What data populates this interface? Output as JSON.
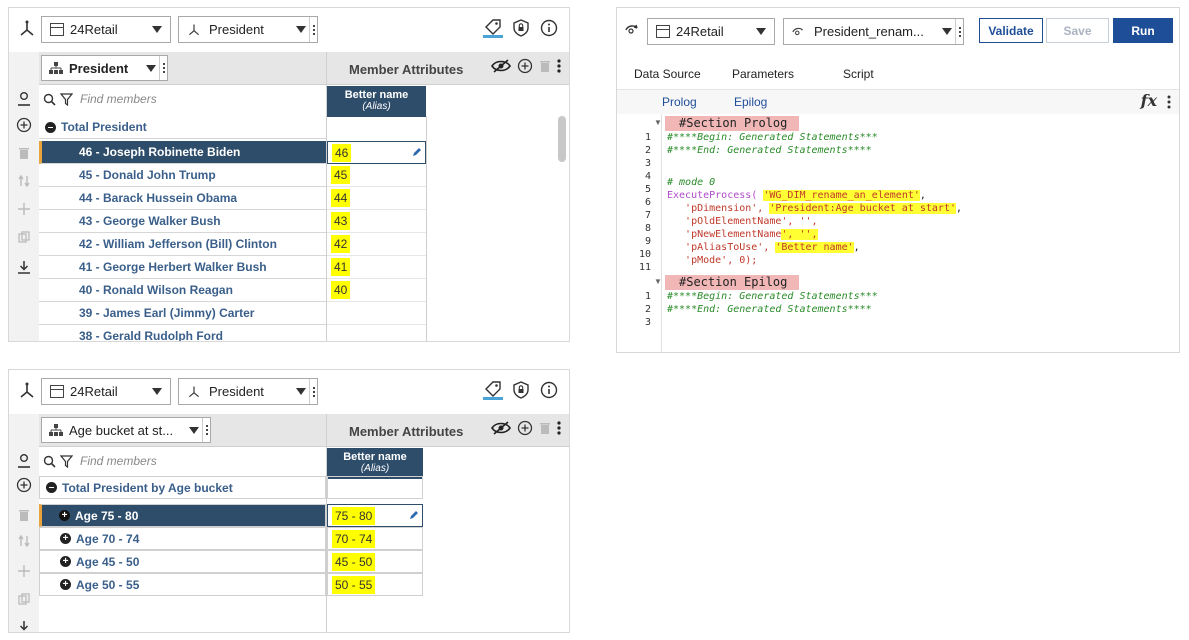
{
  "panel_a": {
    "cube": "24Retail",
    "dimension": "President",
    "row_dim": "President",
    "member_attributes_label": "Member Attributes",
    "search_placeholder": "Find members",
    "column_header": "Better name",
    "column_subheader": "(Alias)",
    "root": "Total President",
    "rows": [
      {
        "label": "46 - Joseph Robinette Biden",
        "value": "46",
        "selected": true
      },
      {
        "label": "45 - Donald John Trump",
        "value": "45"
      },
      {
        "label": "44 - Barack Hussein Obama",
        "value": "44"
      },
      {
        "label": "43 - George Walker Bush",
        "value": "43"
      },
      {
        "label": "42 - William Jefferson (Bill) Clinton",
        "value": "42"
      },
      {
        "label": "41 - George Herbert Walker Bush",
        "value": "41"
      },
      {
        "label": "40 - Ronald Wilson Reagan",
        "value": "40"
      },
      {
        "label": "39 - James Earl (Jimmy) Carter",
        "value": ""
      },
      {
        "label": "38 - Gerald Rudolph Ford",
        "value": ""
      }
    ]
  },
  "panel_b": {
    "cube": "24Retail",
    "process": "President_renam...",
    "buttons": {
      "validate": "Validate",
      "save": "Save",
      "run": "Run"
    },
    "tabs": [
      "Data Source",
      "Parameters",
      "Script"
    ],
    "subtabs": [
      "Prolog",
      "Epilog"
    ],
    "fx": "fx",
    "prolog_header": "#Section Prolog",
    "epilog_header": "#Section Epilog",
    "prolog_lines": {
      "l1": "#****Begin: Generated Statements***",
      "l2": "#****End: Generated Statements****",
      "l4": "# mode 0",
      "l5a": "ExecuteProcess(",
      "l5b": "'WG_DIM_rename_an_element'",
      "l5c": ",",
      "l6a": "   'pDimension', ",
      "l6b": "'President:Age bucket at start'",
      "l6c": ",",
      "l7": "   'pOldElementName', '',",
      "l8a": "   'pNewElementName",
      "l8b": "', '',",
      "l9a": "   'pAliasToUse', ",
      "l9b": "'Better name'",
      "l9c": ",",
      "l10": "   'pMode', 0);"
    },
    "prolog_numbers": [
      "1",
      "2",
      "3",
      "4",
      "5",
      "6",
      "7",
      "8",
      "9",
      "10",
      "11"
    ],
    "epilog_lines": {
      "l1": "#****Begin: Generated Statements***",
      "l2": "#****End: Generated Statements****"
    },
    "epilog_numbers": [
      "1",
      "2",
      "3"
    ]
  },
  "panel_c": {
    "cube": "24Retail",
    "dimension": "President",
    "row_dim": "Age bucket at st...",
    "member_attributes_label": "Member Attributes",
    "search_placeholder": "Find members",
    "column_header": "Better name",
    "column_subheader": "(Alias)",
    "root": "Total President by Age bucket",
    "rows": [
      {
        "label": "Age 75 - 80",
        "value": "75 - 80",
        "selected": true
      },
      {
        "label": "Age 70 - 74",
        "value": "70 - 74"
      },
      {
        "label": "Age 45 - 50",
        "value": "45 - 50"
      },
      {
        "label": "Age 50 - 55",
        "value": "50 - 55"
      }
    ]
  },
  "colors": {
    "header_blue": "#2e4d6b",
    "highlight": "#ffff00",
    "run_blue": "#1f4e99",
    "accent_orange": "#e8a33d"
  }
}
